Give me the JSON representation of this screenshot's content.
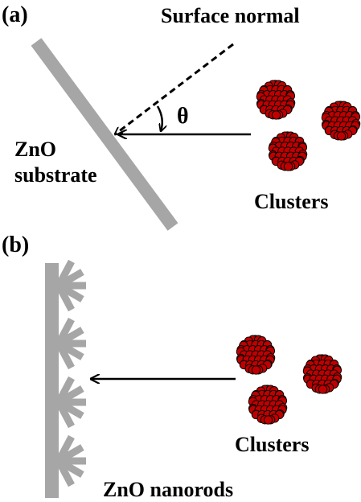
{
  "panel_a": {
    "label": "(a)",
    "surface_normal": "Surface normal",
    "angle": "θ",
    "substrate_line1": "ZnO",
    "substrate_line2": "substrate",
    "clusters": "Clusters"
  },
  "panel_b": {
    "label": "(b)",
    "clusters": "Clusters",
    "nanorods": "ZnO nanorods"
  },
  "colors": {
    "substrate": "#a6a6a6",
    "cluster_fill": "#c00000",
    "cluster_stroke": "#000000",
    "arrow": "#000000"
  }
}
